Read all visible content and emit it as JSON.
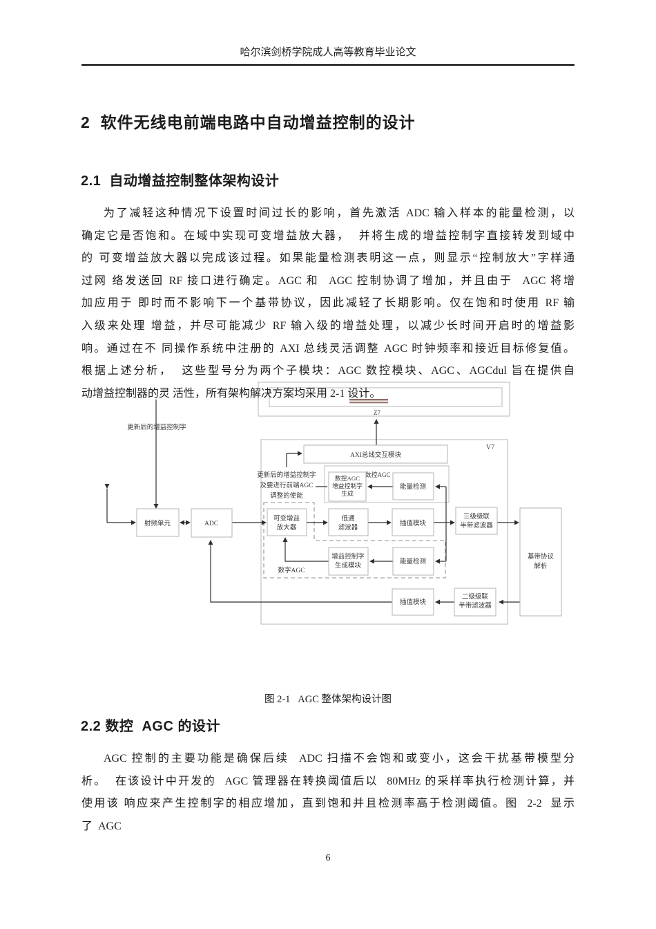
{
  "header": {
    "text": "哈尔滨剑桥学院成人高等教育毕业论文"
  },
  "footer": {
    "page_number": "6"
  },
  "section2": {
    "heading": "2  软件无线电前端电路中自动增益控制的设计"
  },
  "section21": {
    "heading": "2.1  自动增益控制整体架构设计",
    "lines": [
      "为了减轻这种情况下设置时间过长的影响，首先激活 ADC 输入样本的能量检测，以",
      "确定它是否饱和。在域中实现可变增益放大器，  并将生成的增益控制字直接转发到域中",
      "的 可变增益放大器以完成该过程。如果能量检测表明这一点，则显示“控制放大”字样通",
      "过网 络发送回 RF 接口进行确定。AGC 和  AGC 控制协调了增加，并且由于  AGC 将增",
      "加应用于 即时而不影响下一个基带协议，因此减轻了长期影响。仅在饱和时使用 RF 输",
      "入级来处理 增益，并尽可能减少 RF 输入级的增益处理，以减少长时间开启时的增益影",
      "响。通过在不 同操作系统中注册的 AXI 总线灵活调整 AGC 时钟频率和接近目标修复值。",
      "根据上述分析，  这些型号分为两个子模块：AGC 数控模块、AGC、AGCdul 旨在提供自",
      "动增益控制器的灵 活性，所有架构解决方案均采用 2-1 设计。"
    ]
  },
  "figure": {
    "caption": "图 2-1   AGC 整体架构设计图",
    "labels": {
      "z7": "Z7",
      "v7": "V7",
      "axi": "AXI总线交互模块",
      "nc_agc_group": "数控AGC",
      "digital_agc_group": "数字AGC",
      "updated_word_left": "更新后的增益控制字",
      "updated_word_right_1": "更新后的增益控制字",
      "updated_word_right_2": "及要进行前端AGC",
      "updated_word_right_3": "调整的使能",
      "rf_unit": "射频单元",
      "adc": "ADC",
      "vga_1": "可变增益",
      "vga_2": "放大器",
      "lpf_1": "低通",
      "lpf_2": "滤波器",
      "interp_top": "插值模块",
      "hb3_1": "三级级联",
      "hb3_2": "半带滤波器",
      "baseband_1": "基带协议",
      "baseband_2": "解析",
      "nc_gen_1": "数控AGC",
      "nc_gen_2": "增益控制字",
      "nc_gen_3": "生成",
      "energy_top": "能量检测",
      "gen_module_1": "增益控制字",
      "gen_module_2": "生成模块",
      "energy_bottom": "能量检测",
      "interp_bottom": "插值模块",
      "hb2_1": "二级级联",
      "hb2_2": "半带滤波器"
    }
  },
  "section22": {
    "heading": "2.2 数控  AGC 的设计",
    "lines": [
      "AGC 控制的主要功能是确保后续  ADC 扫描不会饱和或变小，这会干扰基带模型分",
      "析。  在该设计中开发的  AGC 管理器在转换阈值后以  80MHz 的采样率执行检测计算，并",
      "使用该 响应来产生控制字的相应增加，直到饱和并且检测率高于检测阈值。图  2-2  显示",
      "了  AGC"
    ]
  }
}
